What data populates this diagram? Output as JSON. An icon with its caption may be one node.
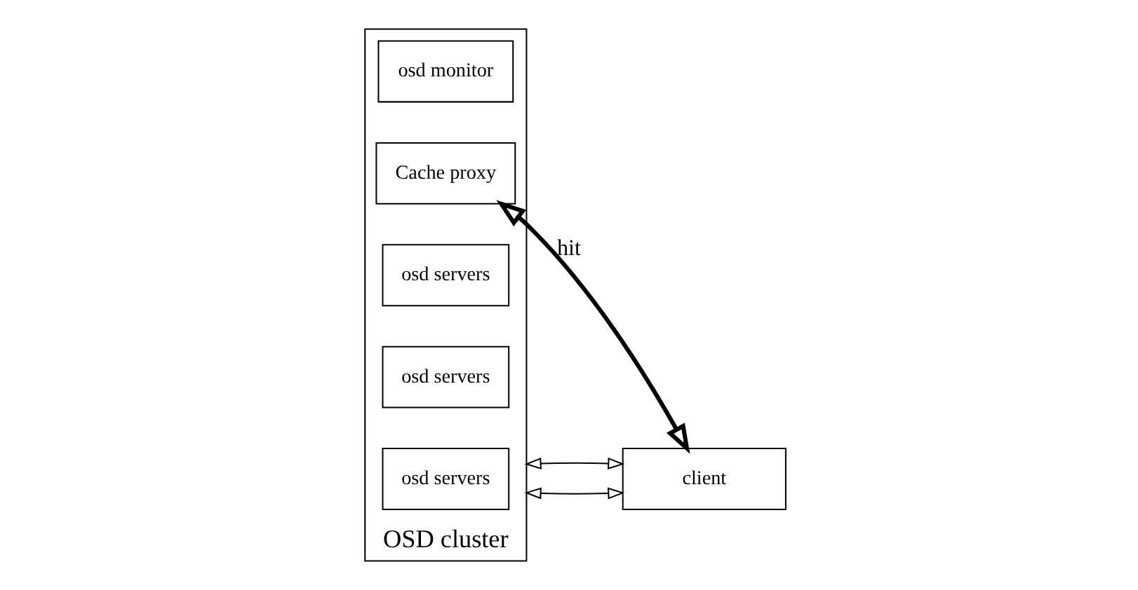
{
  "diagram": {
    "nodes": [
      {
        "text": [
          "OSD cluster"
        ]
      },
      {
        "text": [
          "osd monitor"
        ],
        "in": 0
      },
      {
        "text": [
          "Cache proxy"
        ],
        "in": 0
      },
      {
        "text": [
          "osd servers"
        ],
        "in": 0
      },
      {
        "text": [
          "osd servers"
        ],
        "in": 0
      },
      {
        "text": [
          "osd servers"
        ],
        "in": 0
      },
      {
        "text": [
          "client"
        ]
      }
    ],
    "edges": [
      {
        "from": 2,
        "to": 6,
        "arrow": "both",
        "label": "hit",
        "style": "thick"
      },
      {
        "from": 0,
        "to": 6,
        "arrow": "both"
      },
      {
        "from": 0,
        "to": 6,
        "arrow": "both"
      }
    ]
  }
}
